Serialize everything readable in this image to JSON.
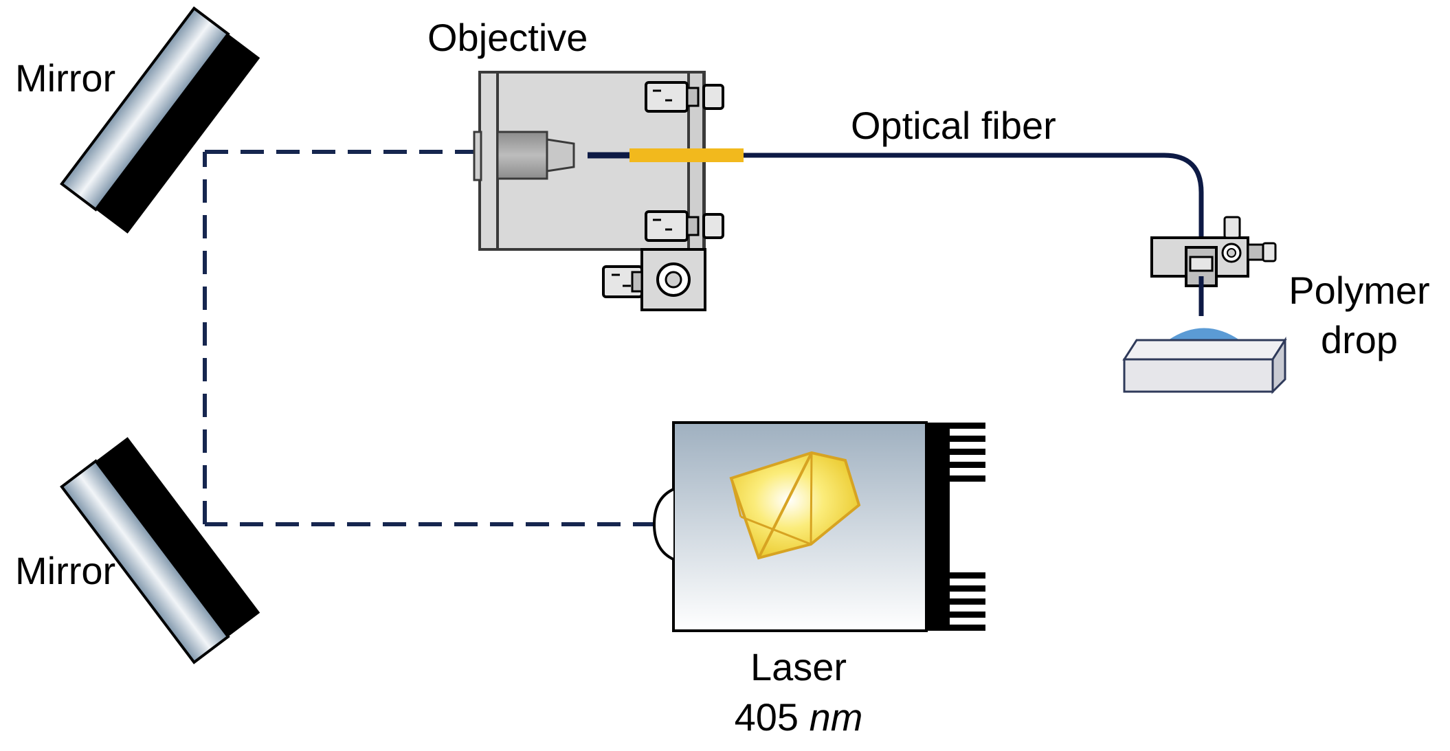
{
  "labels": {
    "mirror_top": "Mirror",
    "mirror_bottom": "Mirror",
    "objective": "Objective",
    "optical_fiber": "Optical fiber",
    "polymer_drop_line1": "Polymer",
    "polymer_drop_line2": "drop",
    "laser_line1": "Laser",
    "laser_wavelength_value": "405",
    "laser_wavelength_unit": "nm"
  },
  "colors": {
    "beam": "#16264f",
    "fiber": "#0d1a45",
    "fiber_ferrule": "#f2b91d",
    "mount_fill": "#d9d9d9",
    "mount_stroke": "#3a3a3a",
    "mirror_glass": "#9fb3c4",
    "mirror_backing": "#000000",
    "laser_crystal": "#f5e04a",
    "laser_crystal_edge": "#d7a322",
    "polymer_drop": "#5b9bd5",
    "substrate": "#e6e6ea",
    "substrate_stroke": "#2f3a5a"
  },
  "icons": {
    "mirror": "mirror-icon",
    "objective_mount": "objective-mount-icon",
    "fiber_holder": "fiber-holder-icon",
    "laser": "laser-icon",
    "substrate": "substrate-icon"
  }
}
